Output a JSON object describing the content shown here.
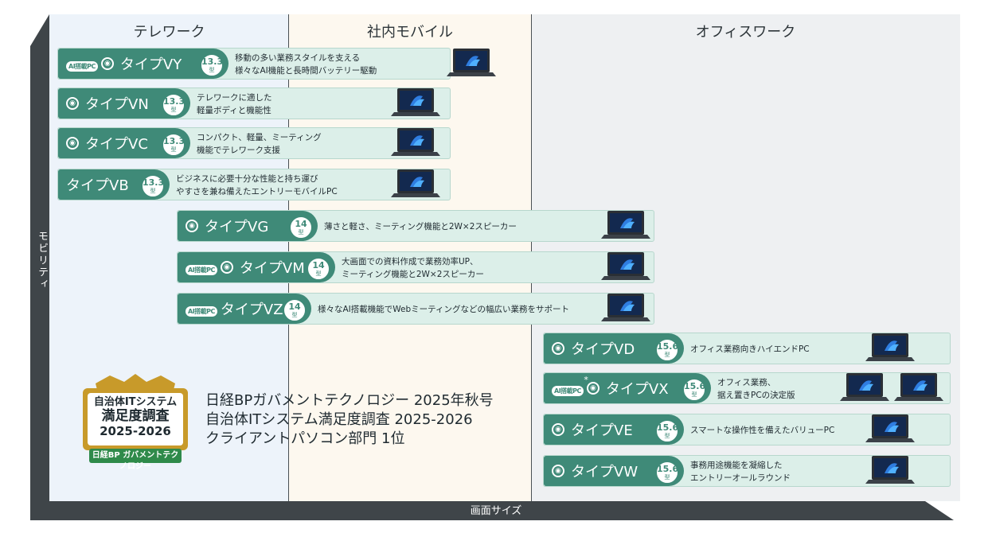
{
  "zones": [
    {
      "title": "テレワーク",
      "color": "#edf3fa"
    },
    {
      "title": "社内モバイル",
      "color": "#fdf8ef"
    },
    {
      "title": "オフィスワーク",
      "color": "#eef0f2"
    }
  ],
  "axes": {
    "y_label": "モビリティ",
    "x_label": "画面サイズ"
  },
  "products": [
    {
      "name": "タイプVY",
      "size": "13.3",
      "unit": "型",
      "ai": "AI搭載PC",
      "teams": true,
      "desc": [
        "移動の多い業務スタイルを支える",
        "様々なAI機能と長時間バッテリー駆動"
      ]
    },
    {
      "name": "タイプVN",
      "size": "13.3",
      "unit": "型",
      "ai": "",
      "teams": true,
      "desc": [
        "テレワークに適した",
        "軽量ボディと機能性"
      ]
    },
    {
      "name": "タイプVC",
      "size": "13.3",
      "unit": "型",
      "ai": "",
      "teams": true,
      "desc": [
        "コンパクト、軽量、ミーティング",
        "機能でテレワーク支援"
      ]
    },
    {
      "name": "タイプVB",
      "size": "13.3",
      "unit": "型",
      "ai": "",
      "teams": false,
      "desc": [
        "ビジネスに必要十分な性能と持ち運び",
        "やすさを兼ね備えたエントリーモバイルPC"
      ]
    },
    {
      "name": "タイプVG",
      "size": "14",
      "unit": "型",
      "ai": "",
      "teams": true,
      "desc": [
        "薄さと軽さ、ミーティング機能と2W×2スピーカー"
      ]
    },
    {
      "name": "タイプVM",
      "size": "14",
      "unit": "型",
      "ai": "AI搭載PC",
      "teams": true,
      "desc": [
        "大画面での資料作成で業務効率UP、",
        "ミーティング機能と2W×2スピーカー"
      ]
    },
    {
      "name": "タイプVZ",
      "size": "14",
      "unit": "型",
      "ai": "AI搭載PC",
      "teams": false,
      "desc": [
        "様々なAI搭載機能でWebミーティングなどの幅広い業務をサポート"
      ]
    },
    {
      "name": "タイプVD",
      "size": "15.6",
      "unit": "型",
      "ai": "",
      "teams": true,
      "desc": [
        "オフィス業務向きハイエンドPC"
      ]
    },
    {
      "name": "タイプVX",
      "size": "15.6",
      "unit": "型",
      "ai": "AI搭載PC",
      "ai_star": "*",
      "teams": true,
      "desc": [
        "オフィス業務、",
        "据え置きPCの決定版"
      ]
    },
    {
      "name": "タイプVE",
      "size": "15.6",
      "unit": "型",
      "ai": "",
      "teams": true,
      "desc": [
        "スマートな操作性を備えたバリューPC"
      ]
    },
    {
      "name": "タイプVW",
      "size": "15.6",
      "unit": "型",
      "ai": "",
      "teams": true,
      "desc": [
        "事務用途機能を凝縮した",
        "エントリーオールラウンド"
      ]
    }
  ],
  "award": {
    "badge_lines": [
      "自治体ITシステム",
      "満足度調査",
      "2025-2026",
      "日経BP ガバメントテクノロジー"
    ],
    "text_lines": [
      "日経BPガバメントテクノロジー 2025年秋号",
      "自治体ITシステム満足度調査 2025-2026",
      "クライアントパソコン部門 1位"
    ]
  },
  "colors": {
    "card_fill": "#dcefe9",
    "pill": "#3f8a78",
    "axis": "#3f4549",
    "gold": "#c89a2a"
  }
}
